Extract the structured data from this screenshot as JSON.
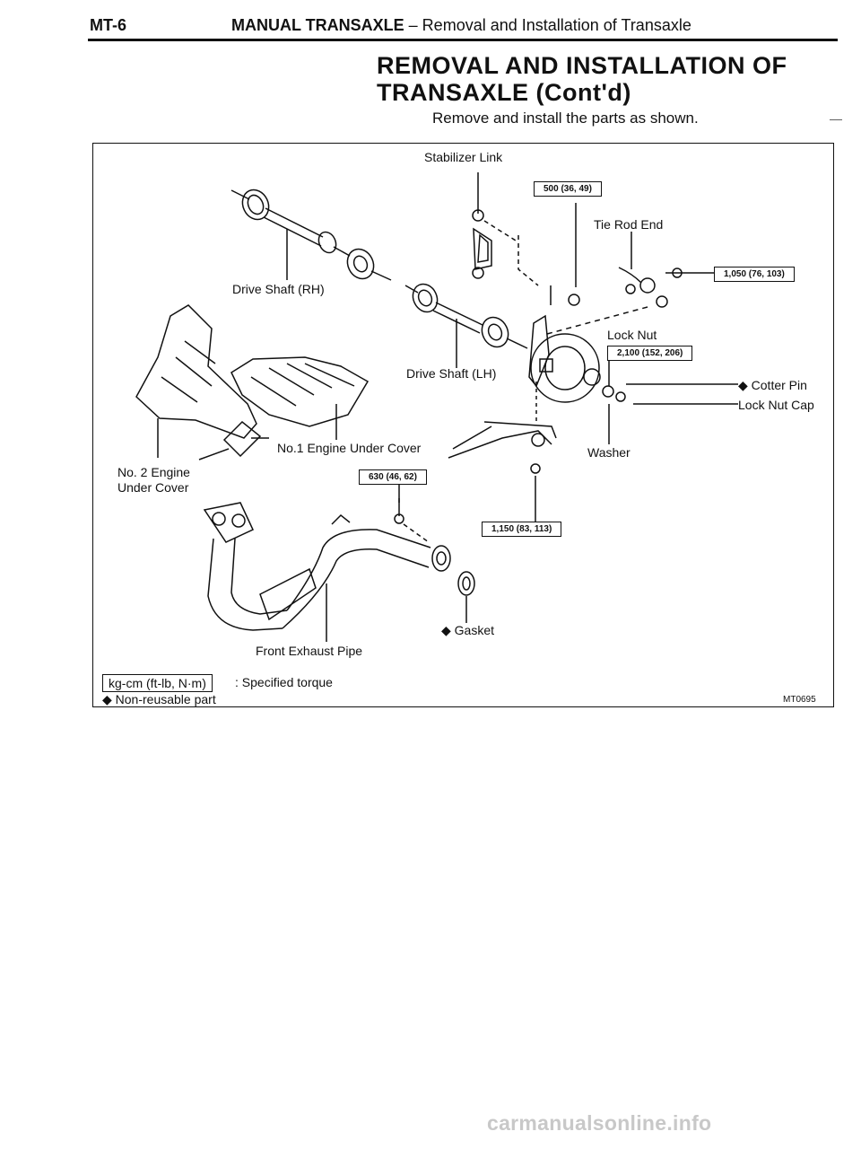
{
  "header": {
    "page_code": "MT-6",
    "section_bold": "MANUAL TRANSAXLE",
    "section_rest": " – Removal and Installation of Transaxle"
  },
  "title": {
    "line1": "REMOVAL AND INSTALLATION OF",
    "line2": "TRANSAXLE (Cont'd)"
  },
  "subtitle": "Remove and install the parts as shown.",
  "margin_mark": "—",
  "diagram": {
    "labels": {
      "stabilizer_link": "Stabilizer Link",
      "tie_rod_end": "Tie Rod End",
      "drive_shaft_rh": "Drive Shaft (RH)",
      "drive_shaft_lh": "Drive Shaft (LH)",
      "lock_nut": "Lock Nut",
      "cotter_pin": "◆ Cotter Pin",
      "lock_nut_cap": "Lock Nut Cap",
      "washer": "Washer",
      "engine_cover_1": "No.1 Engine Under Cover",
      "engine_cover_2_line1": "No. 2 Engine",
      "engine_cover_2_line2": "Under Cover",
      "front_exhaust_pipe": "Front Exhaust Pipe",
      "gasket": "◆ Gasket"
    },
    "torques": {
      "stabilizer": "500 (36, 49)",
      "tie_rod": "1,050 (76, 103)",
      "lock_nut": "2,100 (152, 206)",
      "exhaust": "630 (46, 62)",
      "ball_joint": "1,150 (83, 113)"
    },
    "figure_code": "MT0695"
  },
  "legend": {
    "torque_unit": "kg-cm (ft-lb, N·m)",
    "torque_desc": ": Specified torque",
    "non_reusable": "◆ Non-reusable part"
  },
  "watermark": "carmanualsonline.info"
}
